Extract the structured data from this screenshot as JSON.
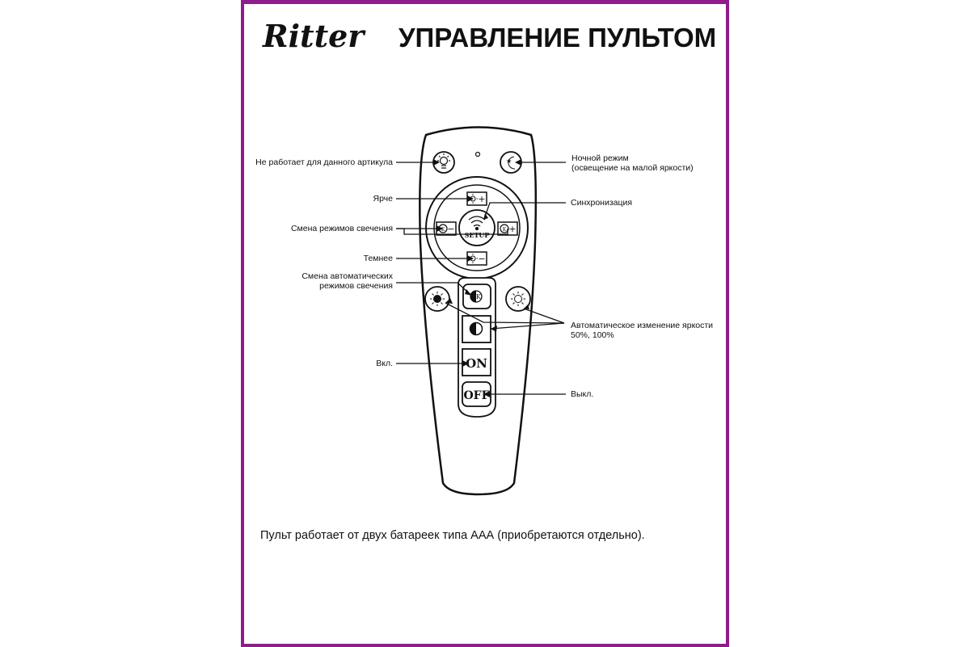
{
  "brand": "Ritter",
  "title": "УПРАВЛЕНИЕ ПУЛЬТОМ",
  "labels": {
    "not_working": "Не работает для данного артикула",
    "night_mode_1": "Ночной режим",
    "night_mode_2": "(освещение на малой яркости)",
    "brighter": "Ярче",
    "sync": "Синхронизация",
    "mode_change": "Смена режимов свечения",
    "dimmer": "Темнее",
    "auto_modes_1": "Смена автоматических",
    "auto_modes_2": "режимов свечения",
    "auto_brightness_1": "Автоматическое изменение яркости",
    "auto_brightness_2": "50%, 100%",
    "on_label": "Вкл.",
    "off_label": "Выкл."
  },
  "buttons": {
    "setup": "SETUP",
    "on": "ON",
    "off": "OFF",
    "plus": "+",
    "minus": "−",
    "k": "K"
  },
  "footer": "Пульт работает от двух батареек типа ААА (приобретаются отдельно).",
  "colors": {
    "frame": "#8e1c8c",
    "ink": "#111111"
  }
}
